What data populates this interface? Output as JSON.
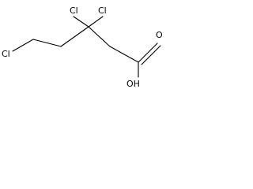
{
  "molecule": {
    "atoms": {
      "cl_left": "Cl",
      "cl_top_left": "Cl",
      "cl_top_right": "Cl",
      "oxygen_double": "O",
      "hydroxyl": "OH"
    }
  }
}
